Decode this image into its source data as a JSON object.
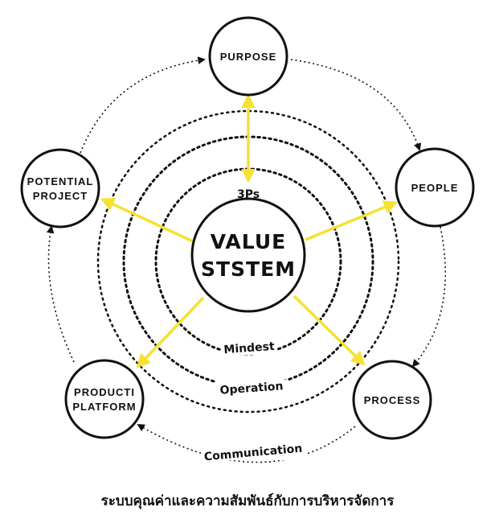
{
  "diagram": {
    "center": {
      "line1": "VALUE",
      "line2": "STSTEM"
    },
    "rings": {
      "inner": "3Ps",
      "middle": "Mindest",
      "outer": "Operation",
      "perimeter": "Communication"
    },
    "nodes": {
      "purpose": {
        "line1": "PURPOSE"
      },
      "people": {
        "line1": "PEOPLE"
      },
      "process": {
        "line1": "PROCESS"
      },
      "product": {
        "line1": "PRODUCTI",
        "line2": "PLATFORM"
      },
      "potential": {
        "line1": "POTENTIAL",
        "line2": "PROJECT"
      }
    },
    "caption": "ระบบคุณค่าและความสัมพันธ์กับการบริหารจัดการ",
    "colors": {
      "arrow": "#f5e131",
      "ink": "#111111",
      "background": "#ffffff"
    }
  }
}
